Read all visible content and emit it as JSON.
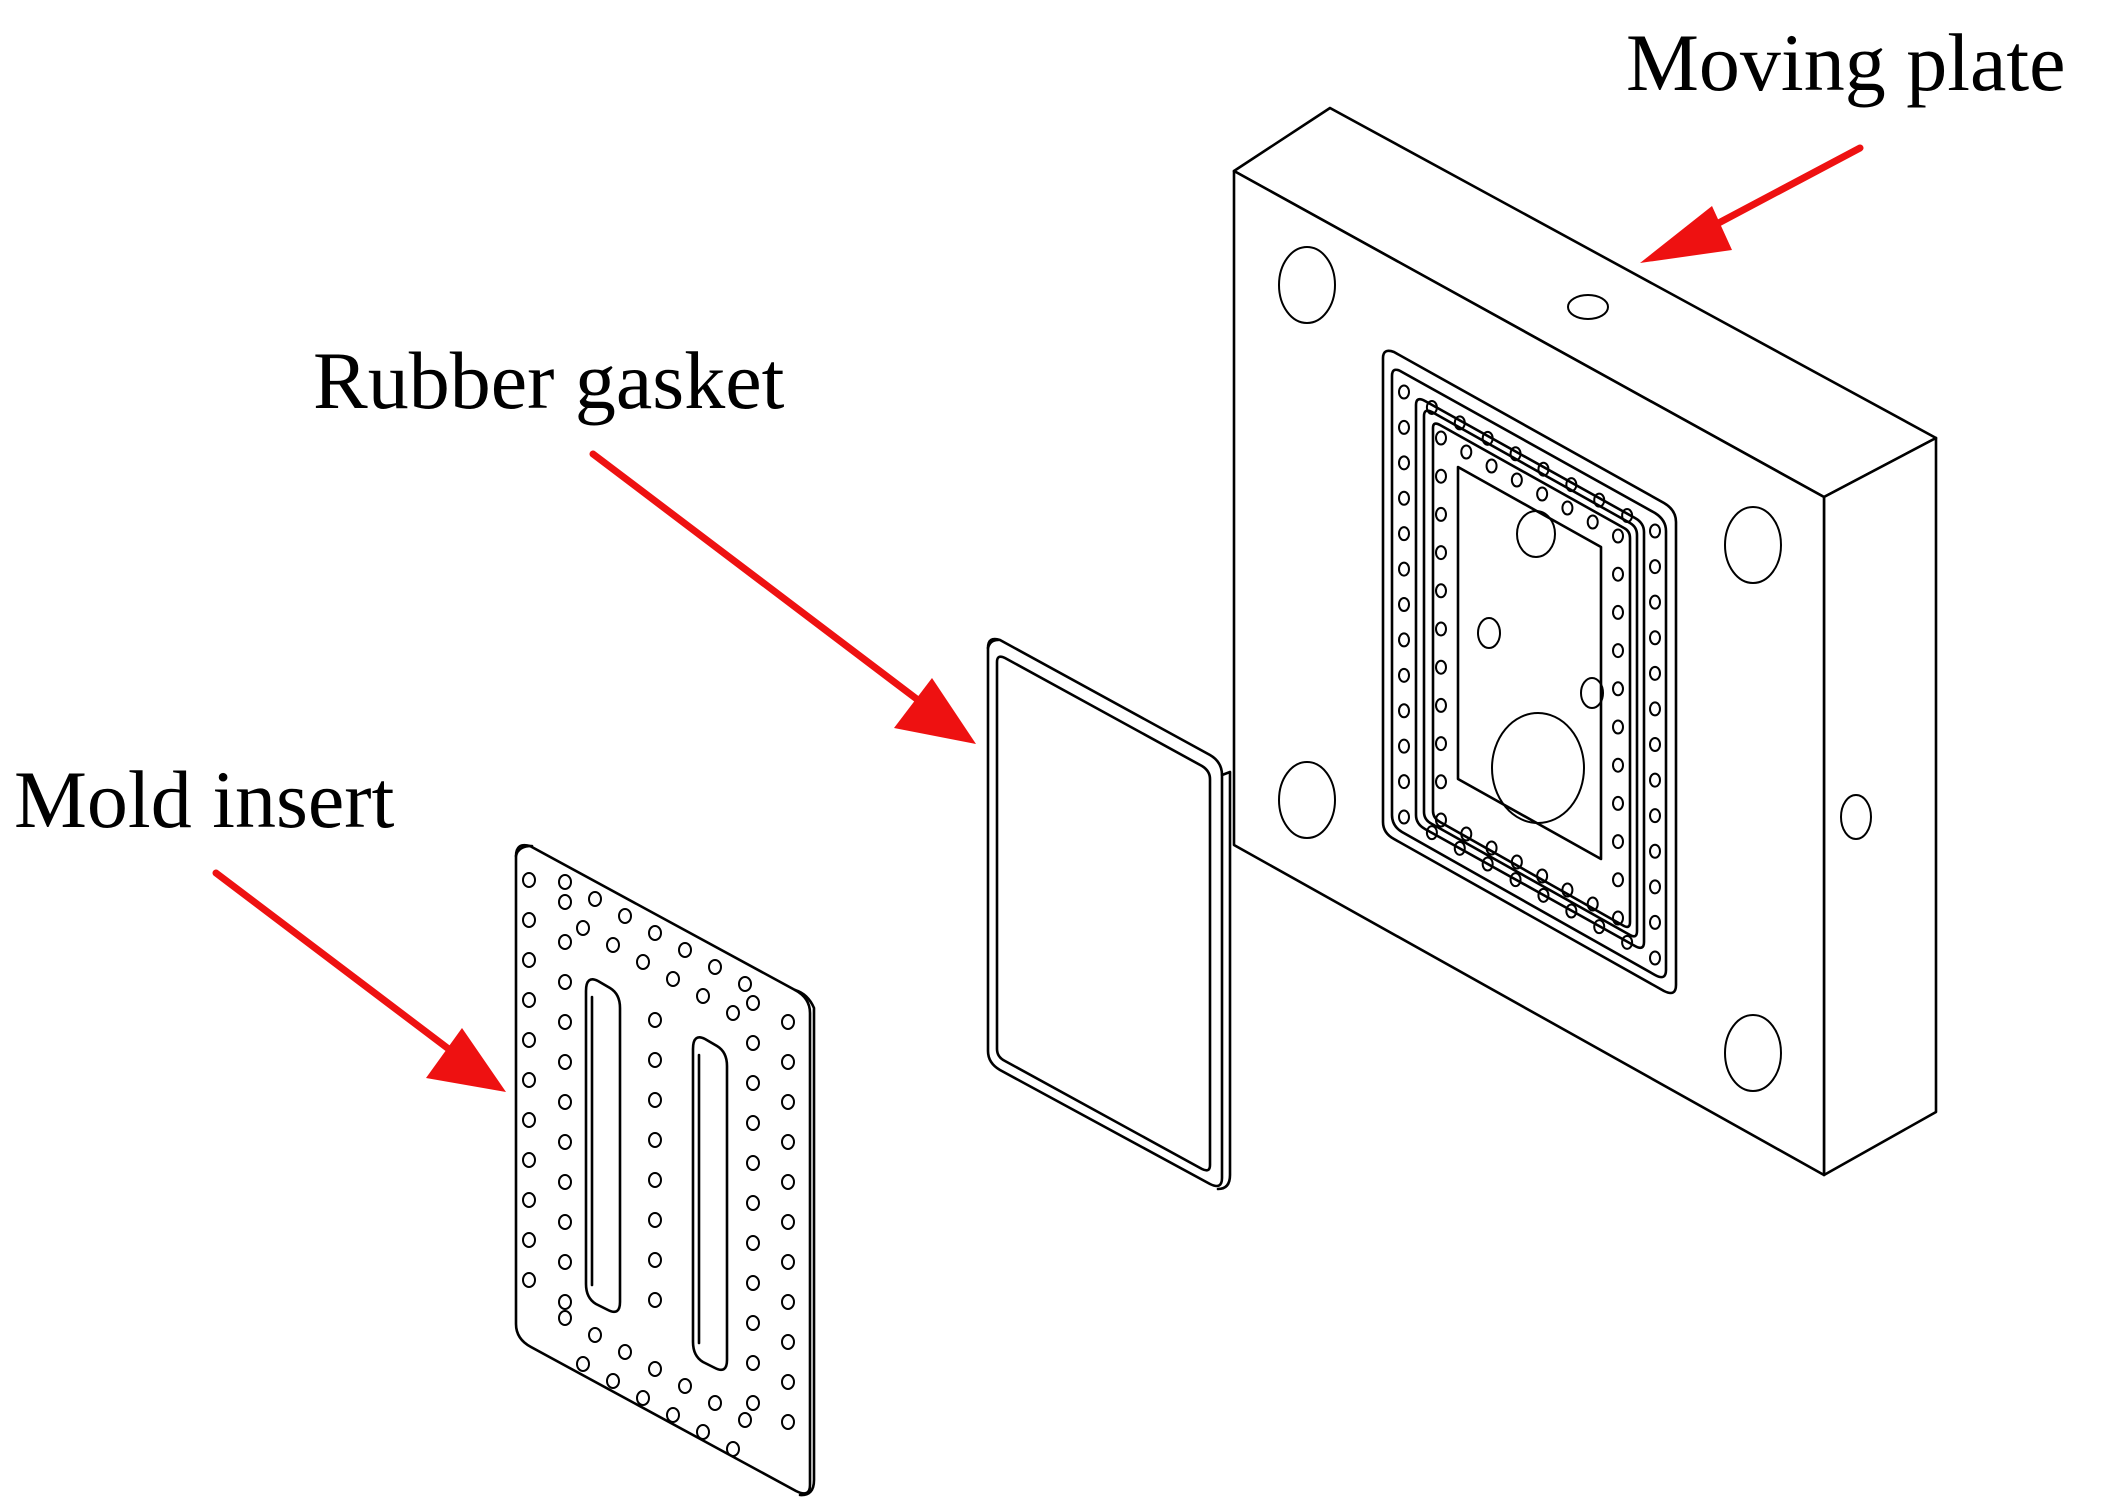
{
  "labels": {
    "moving_plate": "Moving plate",
    "rubber_gasket": "Rubber gasket",
    "mold_insert": "Mold insert"
  },
  "colors": {
    "arrow": "#ee1111",
    "line": "#000000",
    "background": "#ffffff"
  }
}
